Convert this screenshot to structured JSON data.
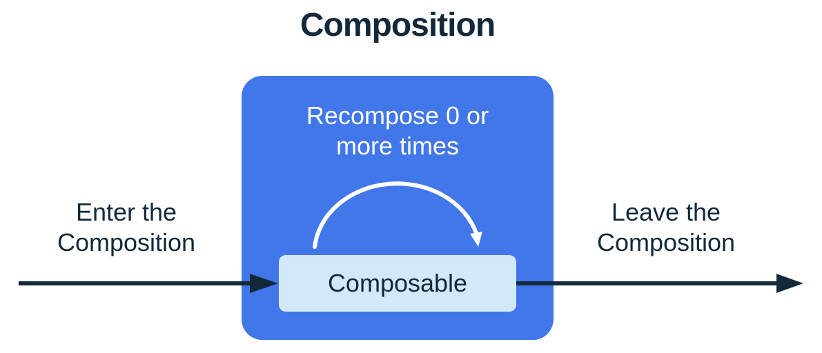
{
  "title": "Composition",
  "composition_box": {
    "recompose_label": "Recompose 0 or more times",
    "composable_label": "Composable"
  },
  "labels": {
    "enter": "Enter the Composition",
    "leave": "Leave the Composition"
  },
  "colors": {
    "box_blue": "#4177E9",
    "composable_bg": "#D3E8FB",
    "ink": "#13293A",
    "white": "#FFFFFF"
  }
}
